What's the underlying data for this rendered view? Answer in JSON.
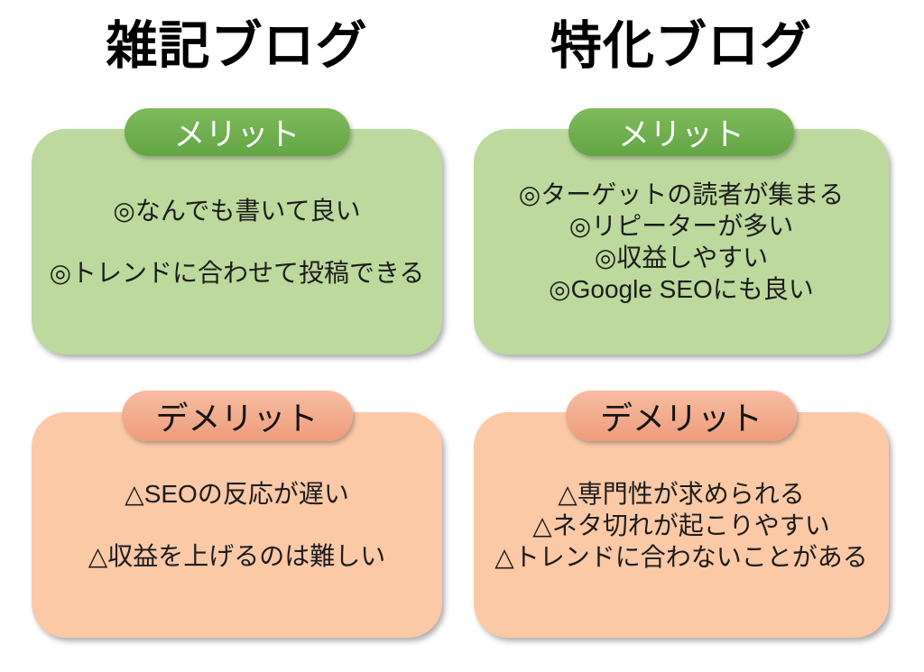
{
  "columns": [
    {
      "title": "雑記ブログ",
      "merit": {
        "label": "メリット",
        "items": [
          "◎なんでも書いて良い",
          "◎トレンドに合わせて投稿できる"
        ]
      },
      "demerit": {
        "label": "デメリット",
        "items": [
          "△SEOの反応が遅い",
          "△収益を上げるのは難しい"
        ]
      }
    },
    {
      "title": "特化ブログ",
      "merit": {
        "label": "メリット",
        "items": [
          "◎ターゲットの読者が集まる",
          "◎リピーターが多い",
          "◎収益しやすい",
          "◎Google SEOにも良い"
        ]
      },
      "demerit": {
        "label": "デメリット",
        "items": [
          "△専門性が求められる",
          "△ネタ切れが起こりやすい",
          "△トレンドに合わないことがある"
        ]
      }
    }
  ],
  "colors": {
    "merit_badge_green": "#6fae4e",
    "merit_box_green": "#bdd99d",
    "demerit_badge_salmon": "#f2a988",
    "demerit_box_peach": "#fcc9a7",
    "merit_badge_text": "#ffffff",
    "demerit_badge_text": "#141414",
    "title_text": "#000000",
    "body_text": "#1c1c1c"
  }
}
